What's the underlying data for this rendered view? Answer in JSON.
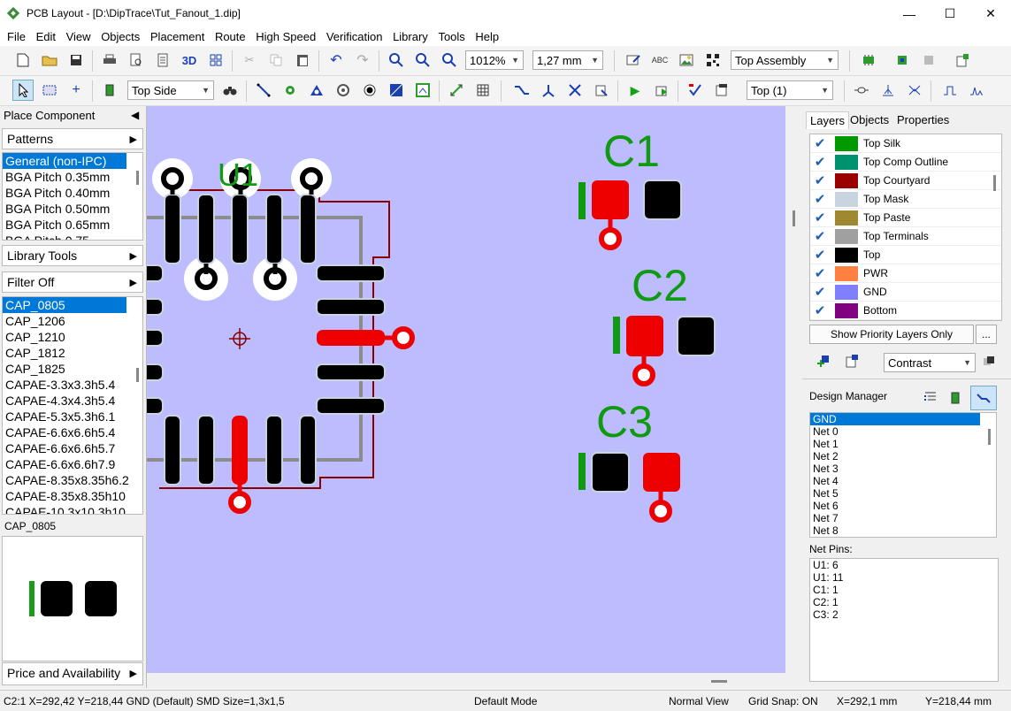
{
  "window": {
    "title": "PCB Layout - [D:\\DipTrace\\Tut_Fanout_1.dip]",
    "minimize": "—",
    "maximize": "☐",
    "close": "✕"
  },
  "menu": [
    "File",
    "Edit",
    "View",
    "Objects",
    "Placement",
    "Route",
    "High Speed",
    "Verification",
    "Library",
    "Tools",
    "Help"
  ],
  "toolbar1": {
    "view_3d": "3D",
    "zoom_value": "1012%",
    "grid_value": "1,27 mm",
    "assembly_value": "Top Assembly",
    "abc_label": "ABC"
  },
  "toolbar2": {
    "side_value": "Top Side",
    "layer_value": "Top (1)"
  },
  "left_panel": {
    "place_component": "Place Component",
    "patterns": "Patterns",
    "pattern_groups": [
      "General (non-IPC)",
      "BGA Pitch 0.35mm",
      "BGA Pitch 0.40mm",
      "BGA Pitch 0.50mm",
      "BGA Pitch 0.65mm",
      "BGA Pitch 0.75"
    ],
    "library_tools": "Library Tools",
    "filter": "Filter Off",
    "patterns_list": [
      "CAP_0805",
      "CAP_1206",
      "CAP_1210",
      "CAP_1812",
      "CAP_1825",
      "CAPAE-3.3x3.3h5.4",
      "CAPAE-4.3x4.3h5.4",
      "CAPAE-5.3x5.3h6.1",
      "CAPAE-6.6x6.6h5.4",
      "CAPAE-6.6x6.6h5.7",
      "CAPAE-6.6x6.6h7.9",
      "CAPAE-8.35x8.35h6.2",
      "CAPAE-8.35x8.35h10",
      "CAPAE-10.3x10.3h10"
    ],
    "preview_name": "CAP_0805",
    "price": "Price and Availability"
  },
  "canvas": {
    "u1_label": "U1",
    "c1_label": "C1",
    "c2_label": "C2",
    "c3_label": "C3"
  },
  "right_panel": {
    "tabs": [
      "Layers",
      "Objects",
      "Properties"
    ],
    "layers": [
      {
        "name": "Top Silk",
        "color": "#009900"
      },
      {
        "name": "Top Comp Outline",
        "color": "#00916e"
      },
      {
        "name": "Top Courtyard",
        "color": "#990000"
      },
      {
        "name": "Top Mask",
        "color": "#c8d4e0"
      },
      {
        "name": "Top Paste",
        "color": "#a08830"
      },
      {
        "name": "Top Terminals",
        "color": "#a0a0a0"
      },
      {
        "name": "Top",
        "color": "#000000"
      },
      {
        "name": "PWR",
        "color": "#ff8040"
      },
      {
        "name": "GND",
        "color": "#8080ff"
      },
      {
        "name": "Bottom",
        "color": "#800080"
      }
    ],
    "show_priority": "Show Priority Layers Only",
    "more": "...",
    "contrast": "Contrast",
    "design_manager": "Design Manager",
    "nets": [
      "GND",
      "Net 0",
      "Net 1",
      "Net 2",
      "Net 3",
      "Net 4",
      "Net 5",
      "Net 6",
      "Net 7",
      "Net 8"
    ],
    "net_pins_label": "Net Pins:",
    "net_pins": [
      "U1: 6",
      "U1: 11",
      "C1: 1",
      "C2: 1",
      "C3: 2"
    ]
  },
  "status": {
    "object": "C2:1  X=292,42  Y=218,44  GND (Default)  SMD  Size=1,3x1,5",
    "mode": "Default Mode",
    "view": "Normal View",
    "grid_snap": "Grid Snap: ON",
    "x": "X=292,1 mm",
    "y": "Y=218,44 mm"
  },
  "colors": {
    "canvas": "#bcbcff",
    "pad_red": "#ee0000",
    "pad_black": "#000000",
    "silk": "#009900",
    "selection": "#0078d7"
  }
}
